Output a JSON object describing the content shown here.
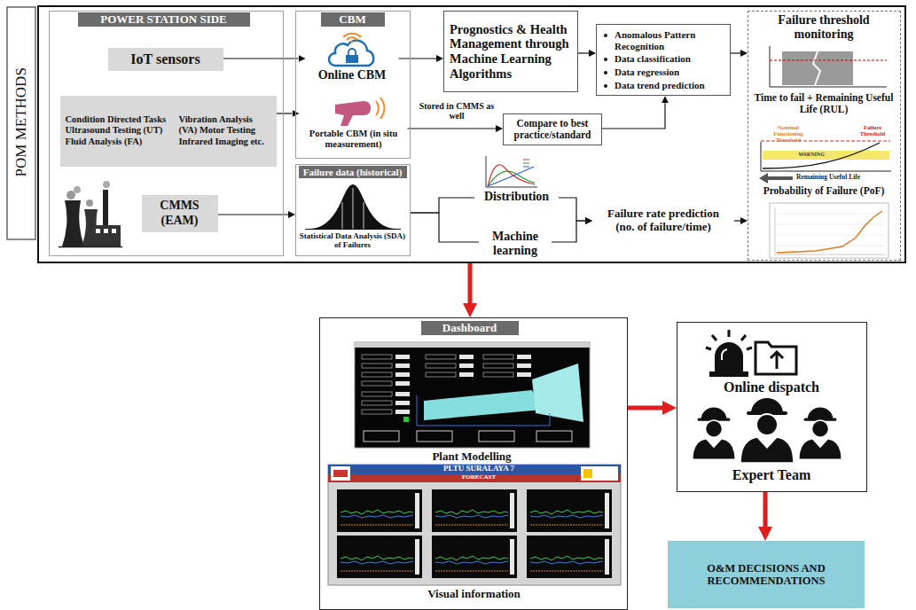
{
  "diagram": {
    "nodes": [
      {
        "text": [
          "POM METHODS"
        ]
      },
      {
        "text": [
          "POWER STATION SIDE"
        ],
        "in": 0
      },
      {
        "text": [
          "IoT sensors"
        ],
        "in": 1
      },
      {
        "text": [
          "Condition Directed Tasks Ultrasound Testing (UT) Fluid Analysis (FA)",
          "Vibration Analysis (VA) Motor Testing Infrared Imaging etc."
        ],
        "in": 1
      },
      {
        "text": [
          "CMMS (EAM)"
        ],
        "in": 1
      },
      {
        "text": [
          "CBM"
        ],
        "in": 0
      },
      {
        "text": [
          "Online CBM"
        ],
        "in": 5
      },
      {
        "text": [
          "Portable CBM (in situ measurement)"
        ],
        "in": 5
      },
      {
        "text": [
          "Failure data (historical)",
          "Statistical Data Analysis (SDA) of Failures"
        ],
        "in": 0
      },
      {
        "text": [
          "Prognostics & Health Management through Machine Learning Algorithms"
        ],
        "in": 0
      },
      {
        "text": [
          "Anomalous Pattern Recognition",
          "Data classification",
          "Data regression",
          "Data trend prediction"
        ],
        "in": 0
      },
      {
        "text": [
          "Compare to best practice/standard"
        ],
        "in": 0
      },
      {
        "text": [
          "Distribution"
        ],
        "in": 0
      },
      {
        "text": [
          "Machine learning"
        ],
        "in": 0
      },
      {
        "text": [
          "Failure rate prediction (no. of failure/time)"
        ],
        "in": 0
      },
      {
        "text": [
          "Failure threshold monitoring",
          "Time to fail + Remaining Useful Life (RUL)",
          "Probability of Failure (PoF)"
        ],
        "in": 0
      },
      {
        "text": [
          "Dashboard",
          "Plant Modelling",
          "Visual information"
        ]
      },
      {
        "text": [
          "Online dispatch",
          "Expert Team"
        ]
      },
      {
        "text": [
          "O&M DECISIONS AND RECOMMENDATIONS"
        ]
      }
    ],
    "edges": [
      {
        "from": 2,
        "to": 6,
        "arrow": "to"
      },
      {
        "from": 6,
        "to": 9,
        "arrow": "to"
      },
      {
        "from": 9,
        "to": 10,
        "arrow": "to"
      },
      {
        "from": 10,
        "to": 15,
        "arrow": "to"
      },
      {
        "from": 3,
        "to": 7,
        "arrow": "to"
      },
      {
        "from": 7,
        "to": 11,
        "label": "Stored in CMMS as well",
        "arrow": "to"
      },
      {
        "from": 11,
        "to": 10,
        "arrow": "to"
      },
      {
        "from": 4,
        "to": 8,
        "arrow": "to"
      },
      {
        "from": 8,
        "to": 12,
        "arrow": "none"
      },
      {
        "from": 8,
        "to": 13,
        "arrow": "none"
      },
      {
        "from": 12,
        "to": 14,
        "arrow": "to"
      },
      {
        "from": 13,
        "to": 14,
        "arrow": "to"
      },
      {
        "from": 14,
        "to": 15,
        "arrow": "to"
      },
      {
        "from": 0,
        "to": 16,
        "arrow": "to"
      },
      {
        "from": 16,
        "to": 17,
        "arrow": "to"
      },
      {
        "from": 17,
        "to": 18,
        "arrow": "to"
      }
    ],
    "labels": [
      "Nominal Functioning Threshold",
      "Failure Threshold",
      "WARNING",
      "Remaining Useful Life",
      "PLTU SURALAYA 7",
      "FORECAST"
    ]
  }
}
